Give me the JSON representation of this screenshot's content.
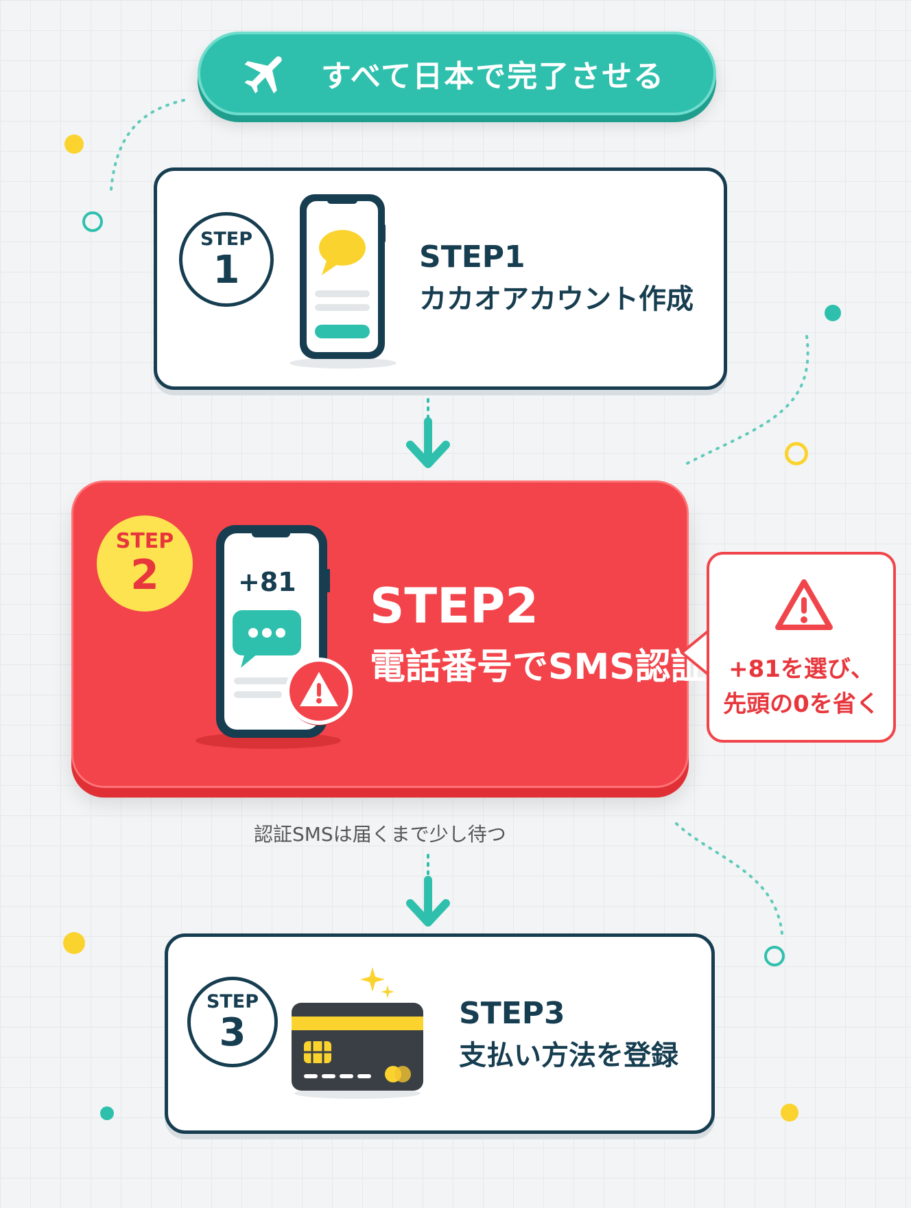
{
  "header": {
    "title": "すべて日本で完了させる",
    "icon": "airplane-icon",
    "color": "#2fc0ad"
  },
  "steps": [
    {
      "badge_label": "STEP",
      "badge_number": "1",
      "title": "STEP1",
      "subtitle": "カカオアカウント作成",
      "icon": "phone-chat-icon"
    },
    {
      "badge_label": "STEP",
      "badge_number": "2",
      "title": "STEP2",
      "subtitle": "電話番号でSMS認証",
      "icon": "phone-sms-warning-icon",
      "phone_code": "+81",
      "color": "#f2444a"
    },
    {
      "badge_label": "STEP",
      "badge_number": "3",
      "title": "STEP3",
      "subtitle": "支払い方法を登録",
      "icon": "credit-card-icon"
    }
  ],
  "callout": {
    "line1": "+81を選び、",
    "line2": "先頭の0を省く",
    "icon": "warning-icon"
  },
  "note": "認証SMSは届くまで少し待つ"
}
